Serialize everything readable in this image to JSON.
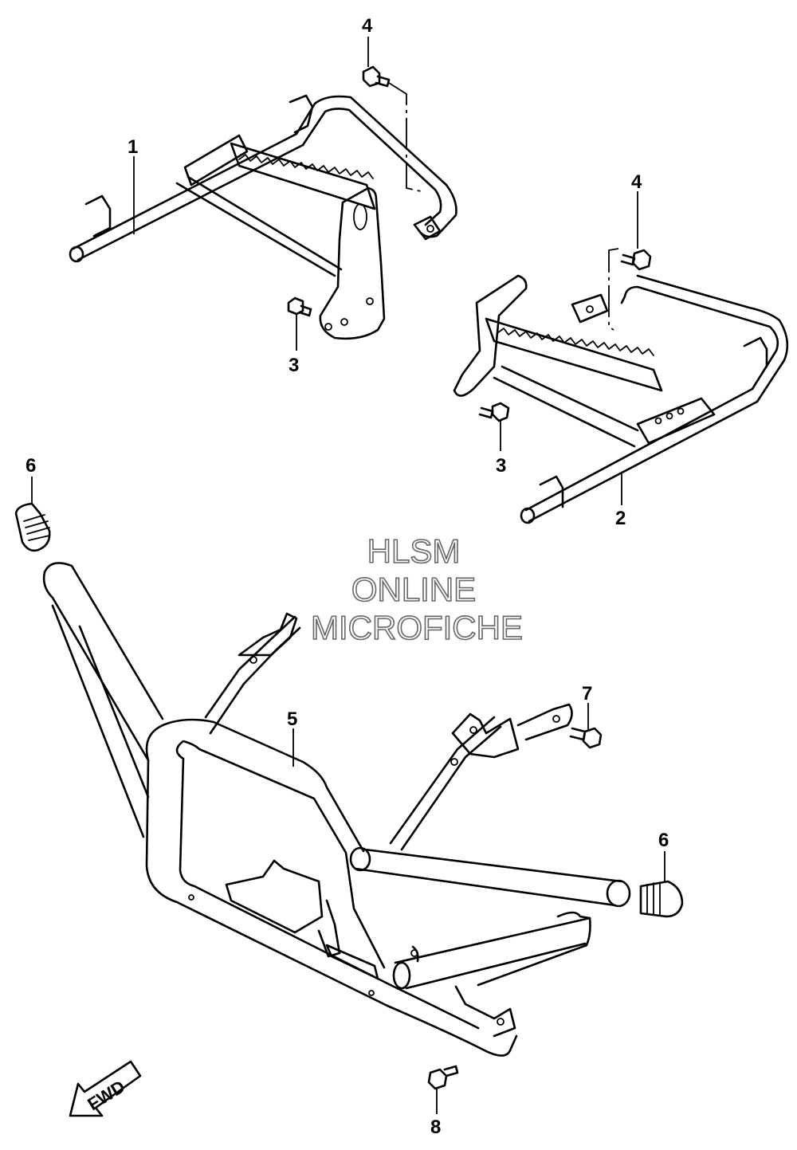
{
  "callouts": {
    "c1": "1",
    "c2": "2",
    "c3a": "3",
    "c3b": "3",
    "c4a": "4",
    "c4b": "4",
    "c5": "5",
    "c6a": "6",
    "c6b": "6",
    "c7": "7",
    "c8": "8"
  },
  "watermark": {
    "line1": "HLSM",
    "line2": "ONLINE",
    "line3": "MICROFICHE"
  },
  "direction_label": "FWD"
}
